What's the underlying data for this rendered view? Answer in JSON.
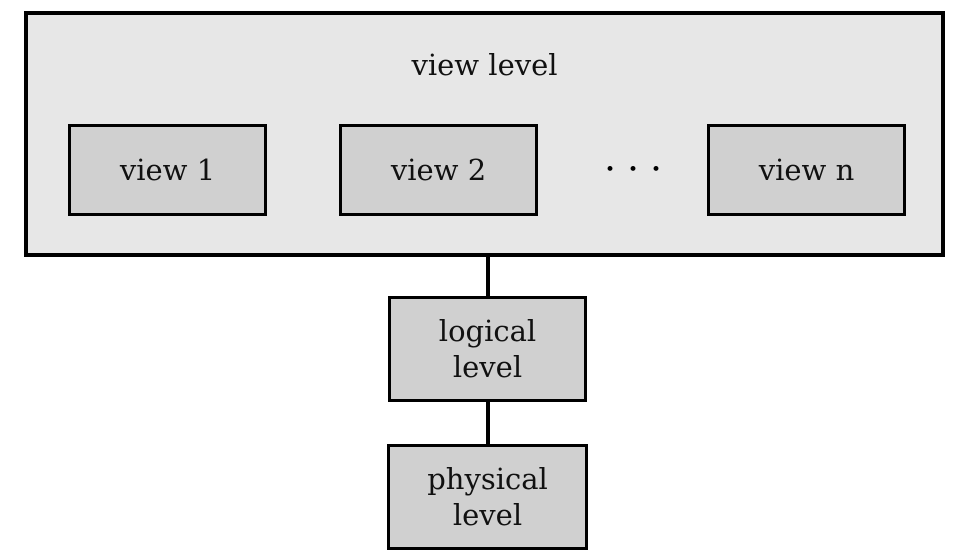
{
  "diagram": {
    "view_level": {
      "label": "view level",
      "views": [
        {
          "label": "view 1"
        },
        {
          "label": "view 2"
        },
        {
          "label": "view n"
        }
      ],
      "ellipsis": "•••"
    },
    "logical_level": {
      "label": "logical\nlevel"
    },
    "physical_level": {
      "label": "physical\nlevel"
    }
  },
  "colors": {
    "background": "#ffffff",
    "outer_box_fill": "#e7e7e7",
    "node_fill": "#d0d0d0",
    "border": "#000000",
    "text": "#111111"
  }
}
